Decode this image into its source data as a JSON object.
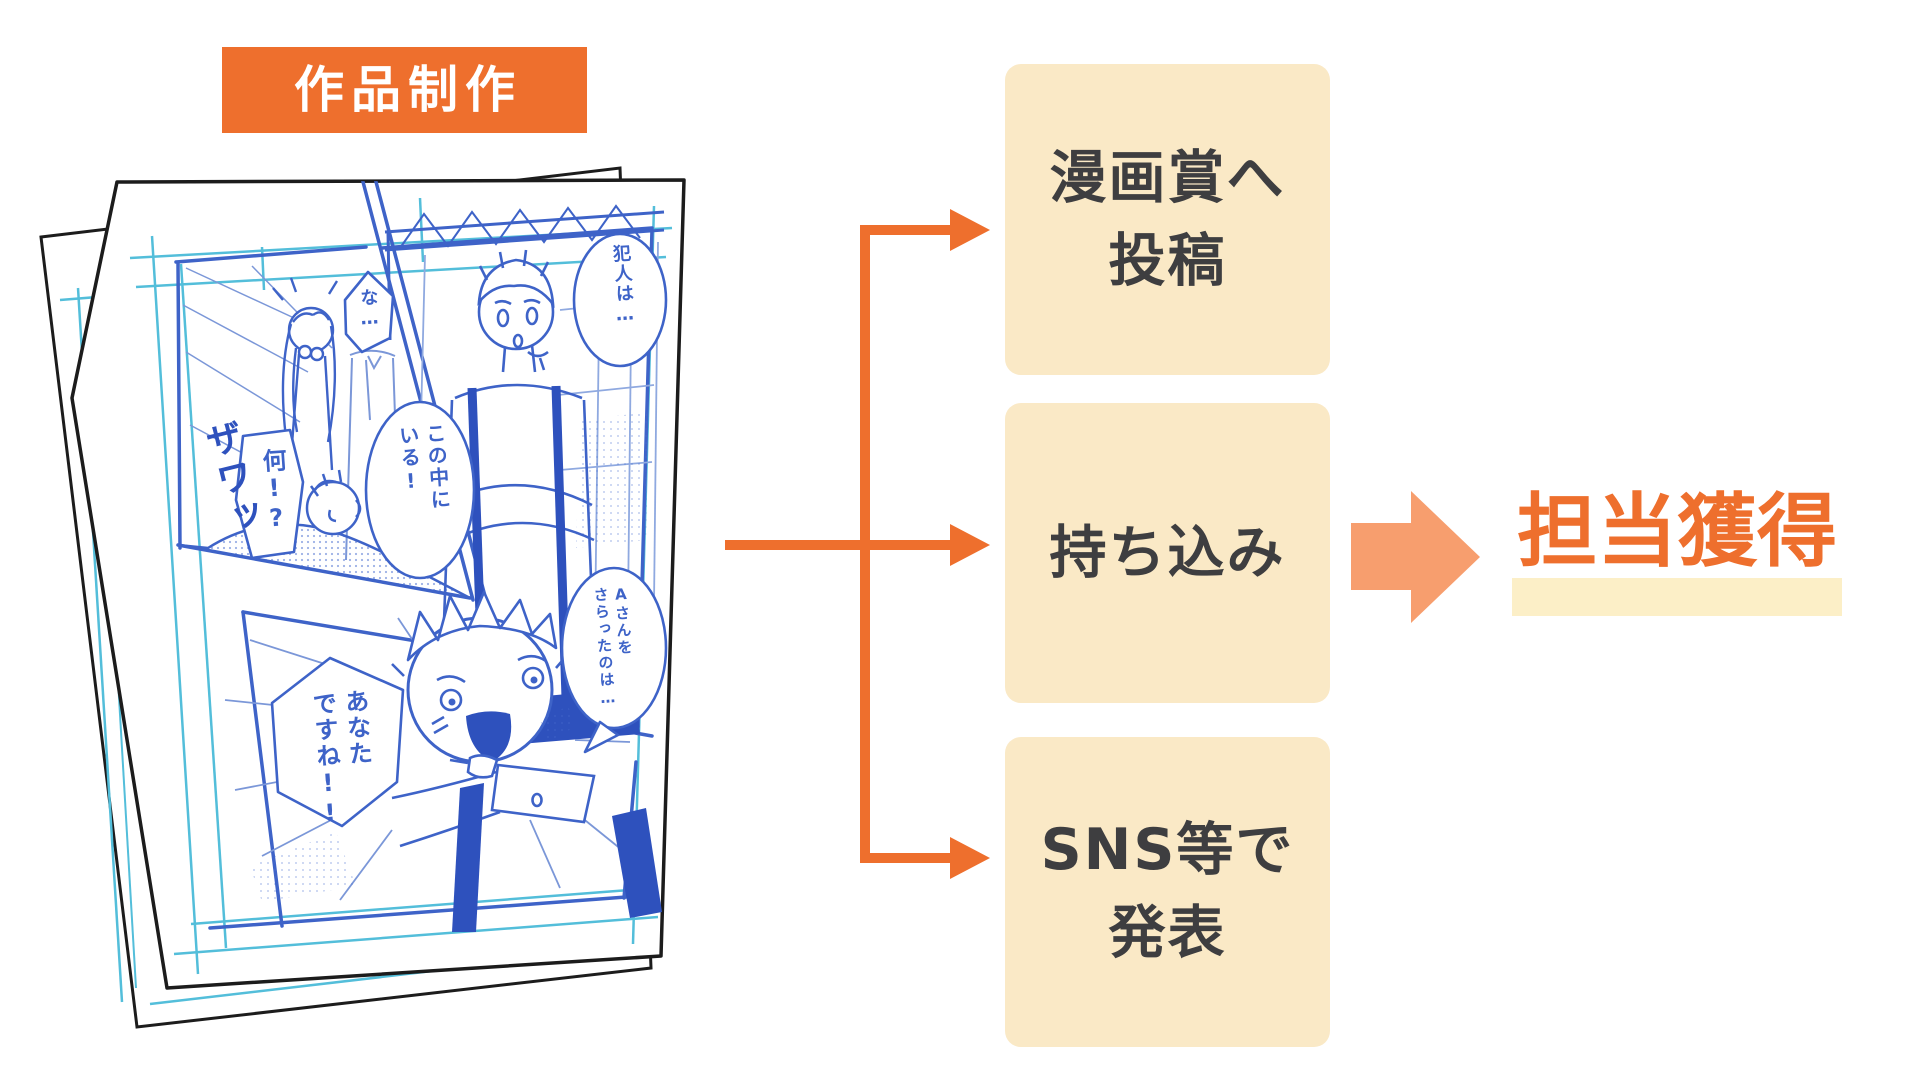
{
  "palette": {
    "orange": "#EE6F2D",
    "orange_light": "#F79E6E",
    "cream_box": "#FAE9C6",
    "cream_underline": "#FCEFC7",
    "dark_text": "#3E3E40",
    "manga_blue": "#3E63C8",
    "guide_cyan": "#53BEDA"
  },
  "badge": {
    "label": "作品制作"
  },
  "manga_page": {
    "sfx": "ザワッ",
    "bubbles": [
      {
        "id": "na",
        "text": "な…"
      },
      {
        "id": "hannin",
        "text": "犯人は…"
      },
      {
        "id": "kononaka",
        "text": "この中に\nいる!"
      },
      {
        "id": "nani",
        "text": "何!?"
      },
      {
        "id": "asan",
        "text": "Aさんを\nさらったのは…"
      },
      {
        "id": "anata",
        "text": "あなた\nですね!!"
      }
    ]
  },
  "flow": {
    "boxes": [
      {
        "id": "manga-award",
        "lines": [
          "漫画賞へ",
          "投稿"
        ]
      },
      {
        "id": "mochikomi",
        "lines": [
          "持ち込み"
        ]
      },
      {
        "id": "sns",
        "lines": [
          "SNS等で",
          "発表"
        ]
      }
    ],
    "result": {
      "label": "担当獲得"
    }
  }
}
